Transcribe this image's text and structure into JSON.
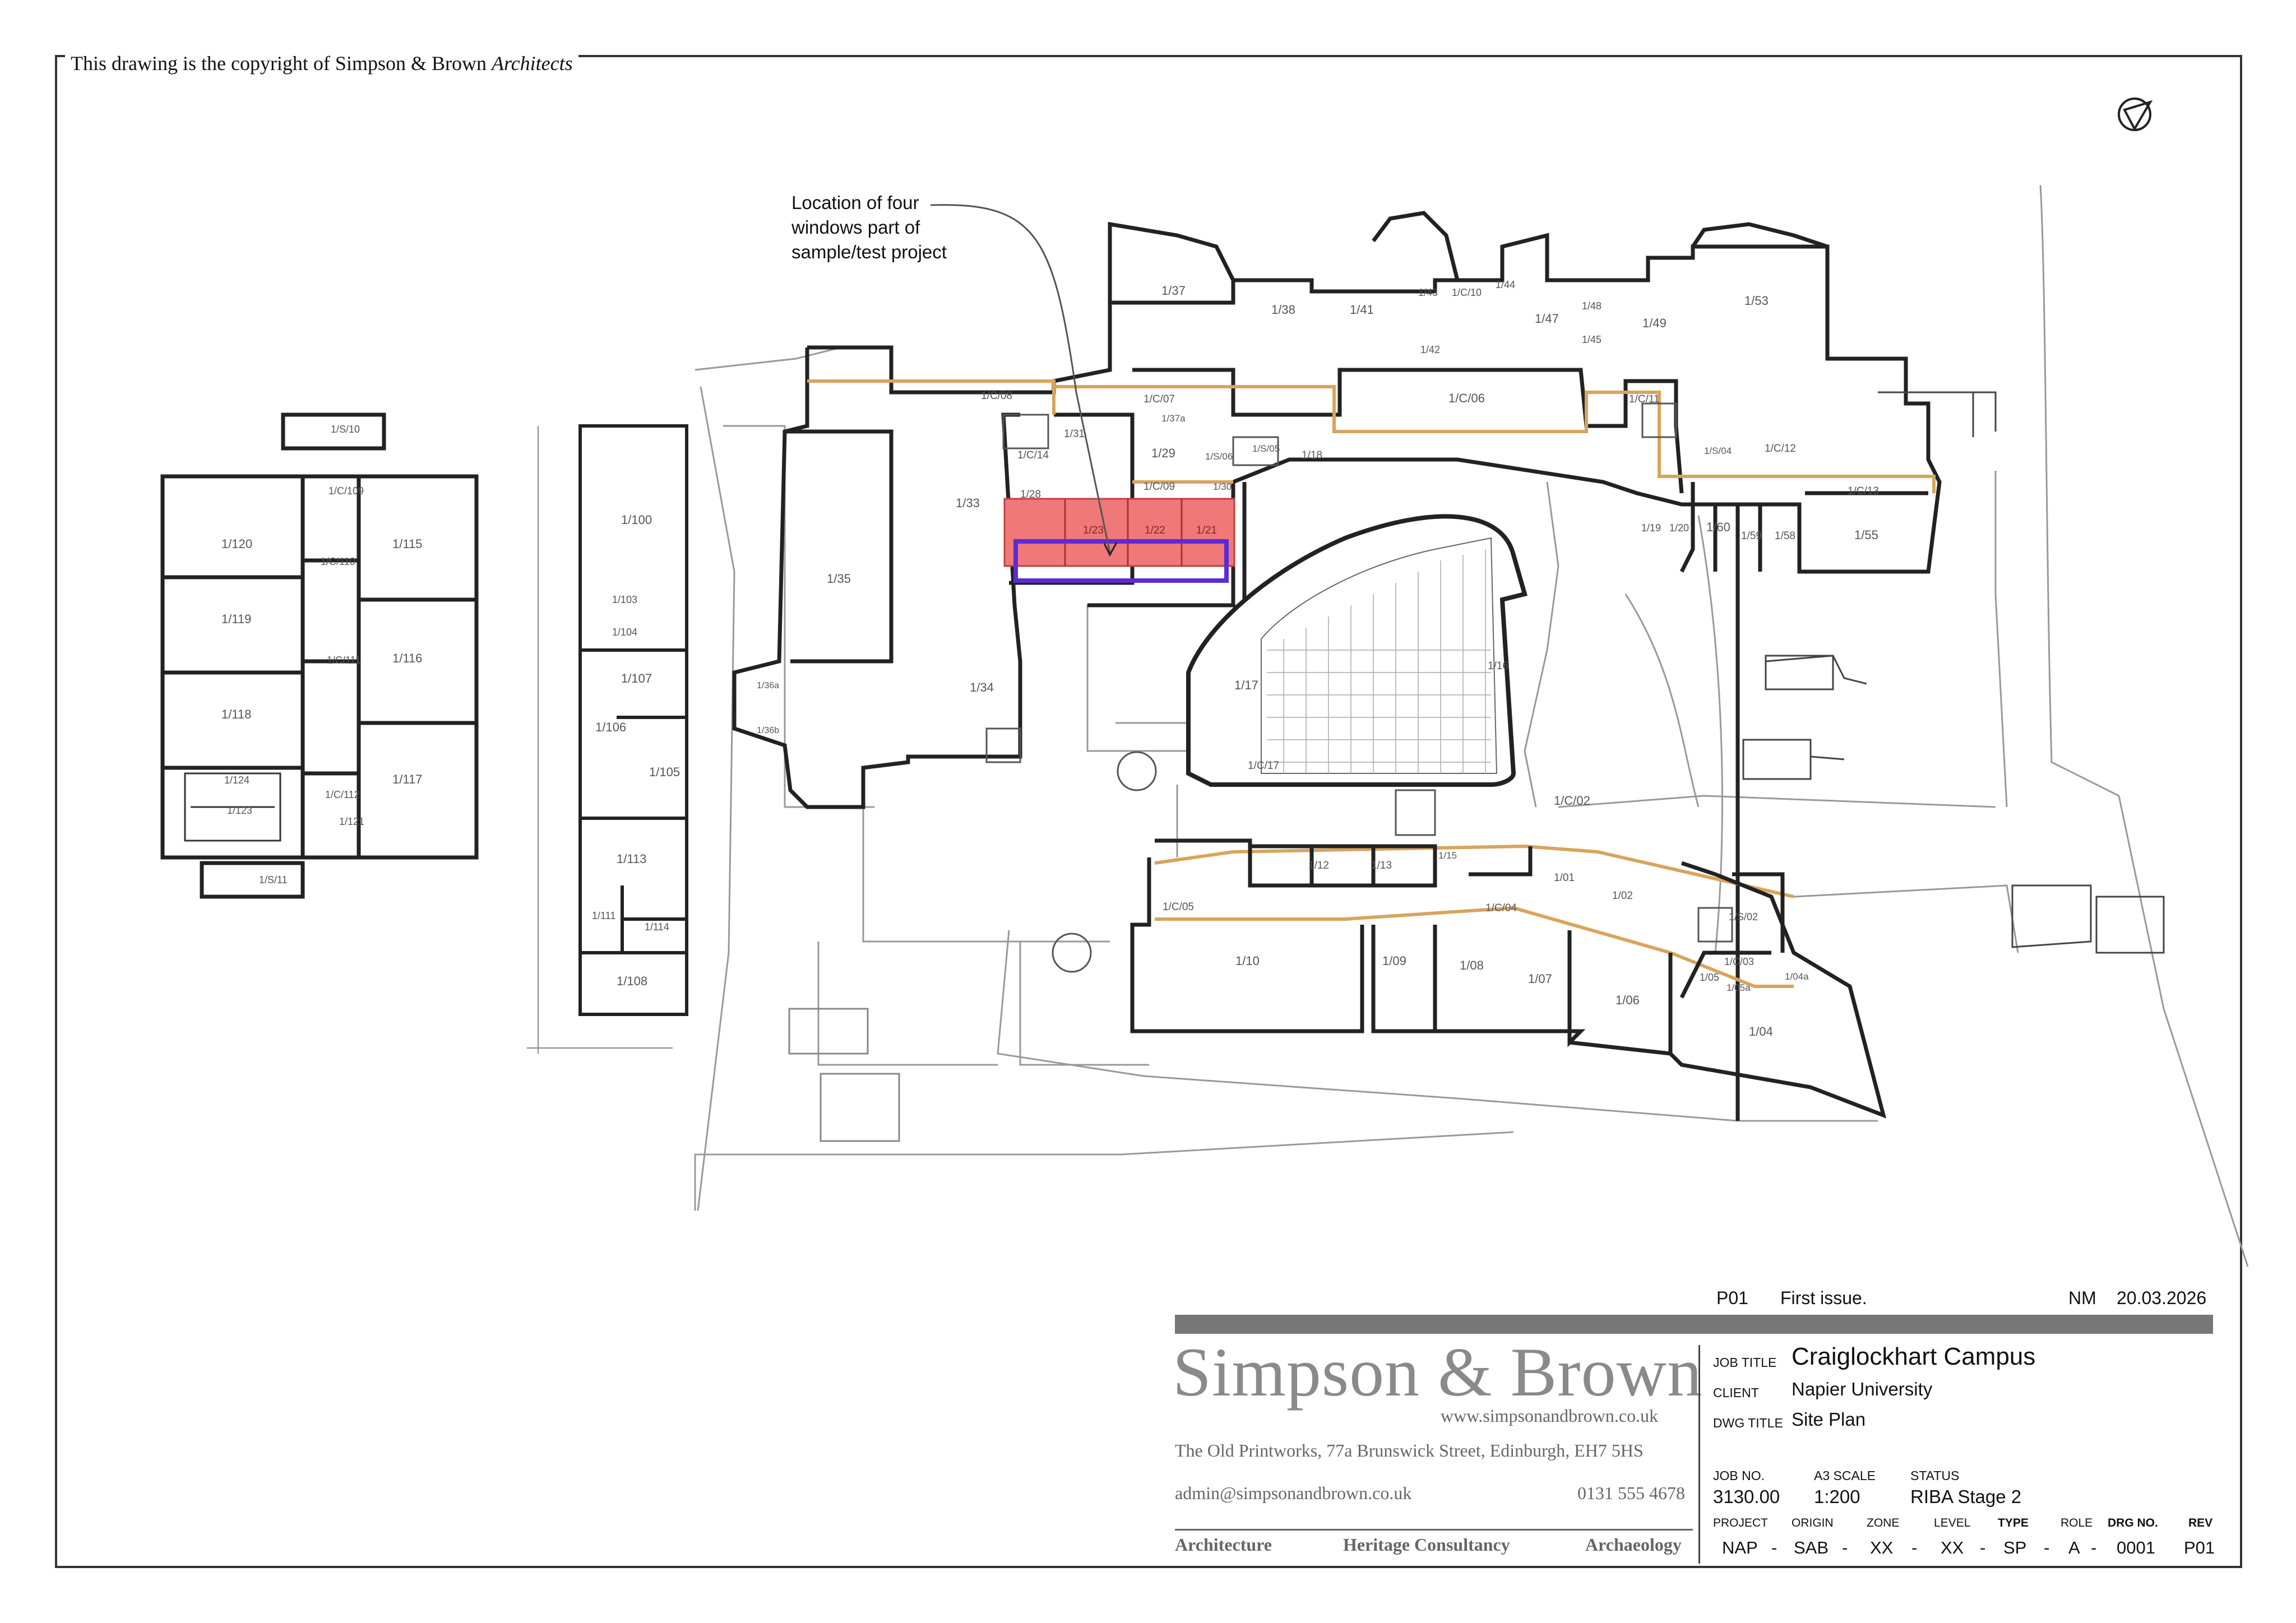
{
  "drawing": {
    "copyright_prefix": "This drawing is the copyright of Simpson & Brown",
    "copyright_suffix": "Architects",
    "annotation": [
      "Location of four",
      "windows part of",
      "sample/test project"
    ]
  },
  "rooms": {
    "r120": "1/120",
    "r119": "1/119",
    "r118": "1/118",
    "r115": "1/115",
    "r116": "1/116",
    "r117": "1/117",
    "r110": "1/C/110",
    "r111": "1/C/111",
    "r112": "1/C/112",
    "r109": "1/C/109",
    "rS10": "1/S/10",
    "r124": "1/124",
    "r123": "1/123",
    "r121": "1/121",
    "rS11": "1/S/11",
    "r100": "1/100",
    "r103": "1/103",
    "r104": "1/104",
    "r107": "1/107",
    "r106": "1/106",
    "r105": "1/105",
    "r113": "1/113",
    "r111b": "1/111",
    "r114": "1/114",
    "r108": "1/108",
    "r35": "1/35",
    "r33": "1/33",
    "r34": "1/34",
    "r36a": "1/36a",
    "r36b": "1/36b",
    "rC08": "1/C/08",
    "rC14": "1/C/14",
    "r31": "1/31",
    "r28": "1/28",
    "r23": "1/23",
    "r22": "1/22",
    "r21": "1/21",
    "rC07": "1/C/07",
    "r37a": "1/37a",
    "r29": "1/29",
    "rC09": "1/C/09",
    "r30": "1/30",
    "rS06": "1/S/06",
    "r37": "1/37",
    "r38": "1/38",
    "r41": "1/41",
    "r43": "1/43",
    "rC10": "1/C/10",
    "r42": "1/42",
    "r44": "1/44",
    "r47": "1/47",
    "r48": "1/48",
    "r45": "1/45",
    "r49": "1/49",
    "r53": "1/53",
    "rC06": "1/C/06",
    "r18": "1/18",
    "rS05": "1/S/05",
    "rC11": "1/C/11",
    "rC12": "1/C/12",
    "rC13": "1/C/13",
    "rS04": "1/S/04",
    "r19": "1/19",
    "r20": "1/20",
    "r60": "1/60",
    "r59": "1/59",
    "r58": "1/58",
    "r55": "1/55",
    "r17": "1/17",
    "rC17": "1/C/17",
    "r16": "1/16",
    "rC02": "1/C/02",
    "r12": "1/12",
    "r13": "1/13",
    "r15": "1/15",
    "rC05": "1/C/05",
    "rC04": "1/C/04",
    "r01": "1/01",
    "r02": "1/02",
    "rS02": "1/S/02",
    "rC03": "1/C/03",
    "r10": "1/10",
    "r09": "1/09",
    "r08": "1/08",
    "r07": "1/07",
    "r06": "1/06",
    "r05": "1/05",
    "r05a": "1/05a",
    "r04a": "1/04a",
    "r04": "1/04"
  },
  "revision": {
    "rev": "P01",
    "description": "First issue.",
    "by": "NM",
    "date": "20.03.2026"
  },
  "firm": {
    "name": "Simpson & Brown",
    "web": "www.simpsonandbrown.co.uk",
    "address": "The Old Printworks, 77a Brunswick Street, Edinburgh, EH7 5HS",
    "email": "admin@simpsonandbrown.co.uk",
    "phone": "0131 555 4678",
    "services": [
      "Architecture",
      "Heritage Consultancy",
      "Archaeology"
    ]
  },
  "title_block": {
    "job_title_label": "JOB TITLE",
    "job_title": "Craiglockhart Campus",
    "client_label": "CLIENT",
    "client": "Napier University",
    "dwg_title_label": "DWG TITLE",
    "dwg_title": "Site Plan",
    "job_no_label": "JOB NO.",
    "job_no": "3130.00",
    "scale_label": "A3 SCALE",
    "scale": "1:200",
    "status_label": "STATUS",
    "status": "RIBA Stage 2",
    "codes": {
      "project_label": "PROJECT",
      "project": "NAP",
      "origin_label": "ORIGIN",
      "origin": "SAB",
      "zone_label": "ZONE",
      "zone": "XX",
      "level_label": "LEVEL",
      "level": "XX",
      "type_label": "TYPE",
      "type": "SP",
      "role_label": "ROLE",
      "role": "A",
      "drg_label": "DRG NO.",
      "drg": "0001",
      "rev_label": "REV",
      "rev": "P01"
    },
    "dash": "-"
  },
  "colors": {
    "highlight_fill": "#f07878",
    "highlight_box": "#5a2bd6",
    "corridor": "#d8a45c",
    "wall": "#222222"
  }
}
